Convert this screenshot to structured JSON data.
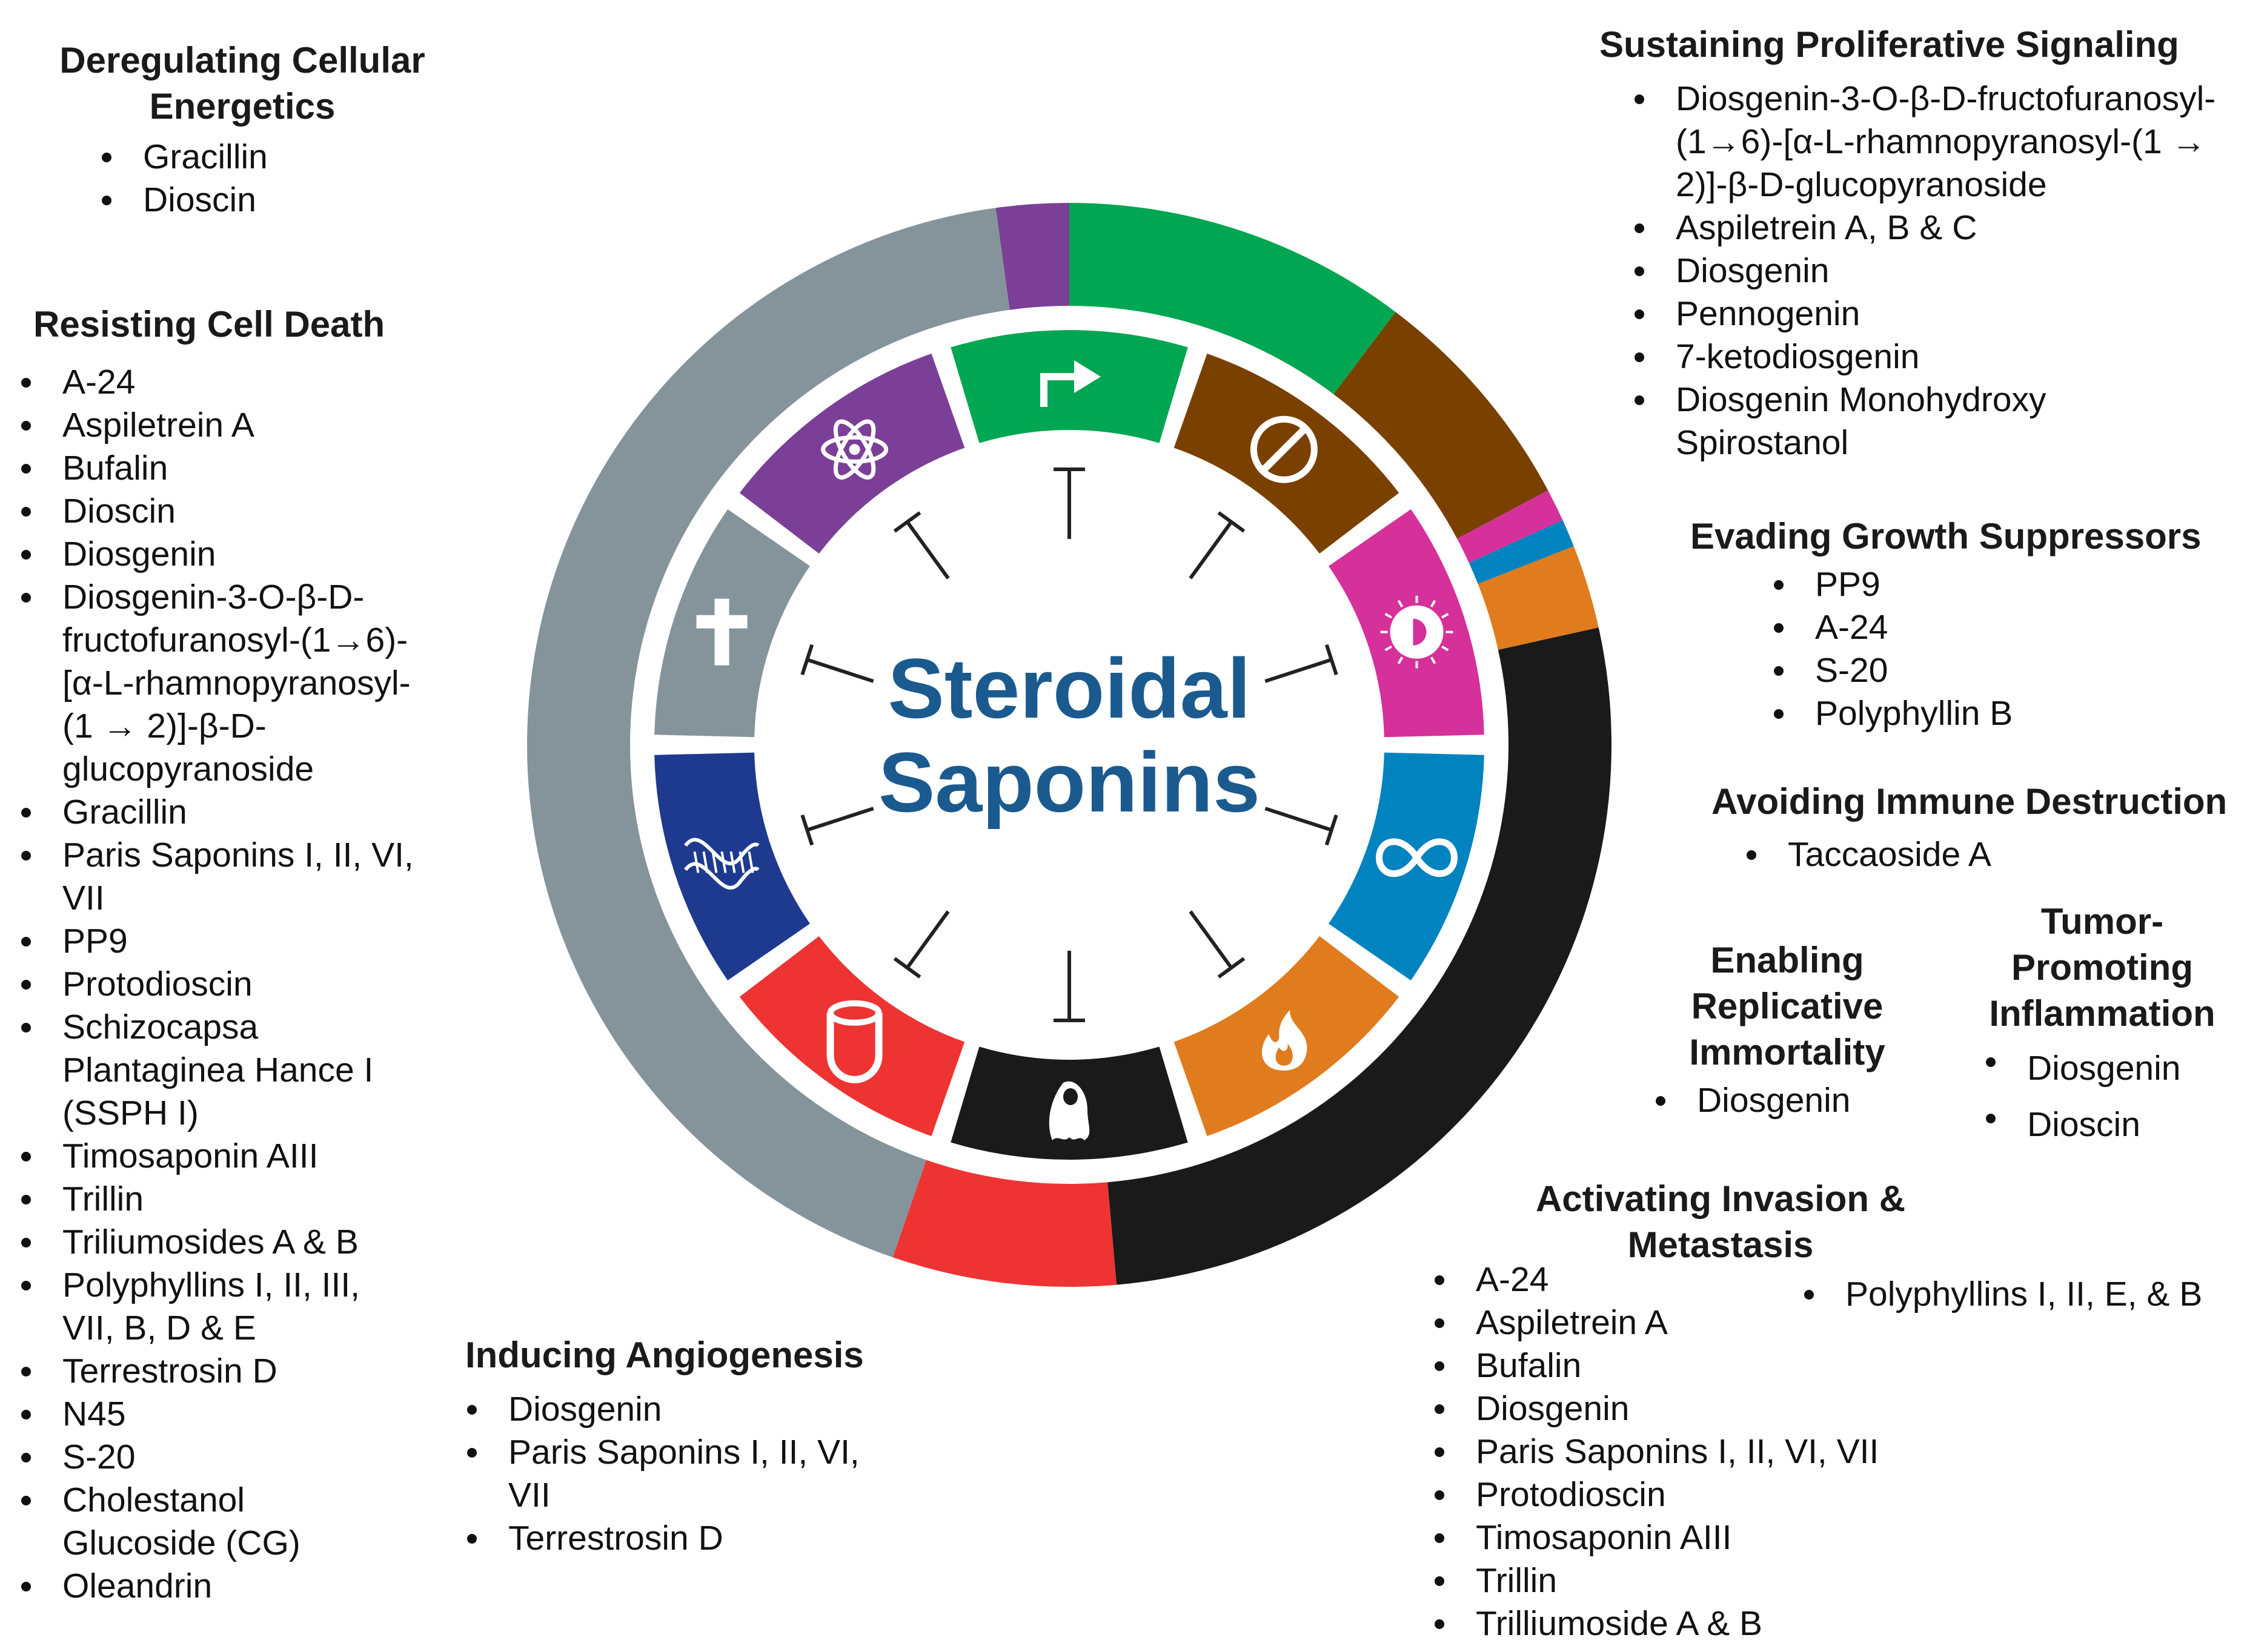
{
  "center_title": [
    "Steroidal",
    "Saponins"
  ],
  "colors": {
    "energetics": "#7b3f98",
    "proliferative": "#00a651",
    "growth_suppressors": "#7a4000",
    "immune": "#d6309a",
    "immortality": "#0083bf",
    "inflammation": "#e07b1e",
    "invasion": "#1a1a1a",
    "angiogenesis": "#ee3333",
    "genome": "#1e3a8f",
    "cell_death": "#85949a",
    "title": "#1b5a8e"
  },
  "icons": [
    "atom-icon",
    "arrow-icon",
    "no-entry-icon",
    "immune-cell-icon",
    "infinity-icon",
    "flame-icon",
    "metastasis-cell-icon",
    "blood-vessel-icon",
    "dna-icon",
    "cross-icon"
  ],
  "sections": {
    "energetics": {
      "title": [
        "Deregulating Cellular",
        "Energetics"
      ],
      "items": [
        "Gracillin",
        "Dioscin"
      ]
    },
    "cell_death": {
      "title": [
        "Resisting Cell Death"
      ],
      "items": [
        [
          "A-24"
        ],
        [
          "Aspiletrein A"
        ],
        [
          "Bufalin"
        ],
        [
          "Dioscin"
        ],
        [
          "Diosgenin"
        ],
        [
          "Diosgenin-3-O-β-D-",
          "fructofuranosyl-(1→6)-",
          "[α-L-rhamnopyranosyl-",
          "(1 → 2)]-β-D-",
          "glucopyranoside"
        ],
        [
          "Gracillin"
        ],
        [
          "Paris Saponins I, II, VI,",
          "VII"
        ],
        [
          "PP9"
        ],
        [
          "Protodioscin"
        ],
        [
          "Schizocapsa",
          "Plantaginea Hance I",
          "(SSPH I)"
        ],
        [
          "Timosaponin AIII"
        ],
        [
          "Trillin"
        ],
        [
          "Triliumosides A & B"
        ],
        [
          "Polyphyllins I, II, III,",
          "VII, B, D & E"
        ],
        [
          "Terrestrosin D"
        ],
        [
          "N45"
        ],
        [
          "S-20"
        ],
        [
          "Cholestanol",
          "Glucoside (CG)"
        ],
        [
          "Oleandrin"
        ]
      ]
    },
    "proliferative": {
      "title": [
        "Sustaining Proliferative Signaling"
      ],
      "items": [
        [
          "Diosgenin-3-O-β-D-fructofuranosyl-",
          "(1→6)-[α-L-rhamnopyranosyl-(1 →",
          "2)]-β-D-glucopyranoside"
        ],
        [
          "Aspiletrein A, B & C"
        ],
        [
          "Diosgenin"
        ],
        [
          "Pennogenin"
        ],
        [
          "7-ketodiosgenin"
        ],
        [
          "Diosgenin Monohydroxy",
          "Spirostanol"
        ]
      ]
    },
    "growth_suppressors": {
      "title": [
        "Evading Growth Suppressors"
      ],
      "items": [
        "PP9",
        "A-24",
        "S-20",
        "Polyphyllin   B"
      ]
    },
    "immune": {
      "title": [
        "Avoiding Immune Destruction"
      ],
      "items": [
        "Taccaoside A"
      ]
    },
    "immortality": {
      "title": [
        "Enabling",
        "Replicative",
        "Immortality"
      ],
      "items": [
        "Diosgenin"
      ]
    },
    "inflammation": {
      "title": [
        "Tumor-",
        "Promoting",
        "Inflammation"
      ],
      "items": [
        "Diosgenin",
        "Dioscin"
      ]
    },
    "invasion": {
      "title": [
        "Activating Invasion &",
        "Metastasis"
      ],
      "items": [
        "A-24",
        "Aspiletrein A",
        "Bufalin",
        "Diosgenin",
        "Paris Saponins I, II, VI, VII",
        "Protodioscin",
        "Timosaponin AIII",
        "Trillin",
        "Trilliumoside A & B"
      ],
      "extra": [
        "Polyphyllins I, II, E, & B"
      ]
    },
    "angiogenesis": {
      "title": [
        "Inducing Angiogenesis"
      ],
      "items": [
        [
          "Diosgenin"
        ],
        [
          "Paris Saponins I, II, VI,",
          "VII"
        ],
        [
          "Terrestrosin D"
        ]
      ]
    }
  }
}
